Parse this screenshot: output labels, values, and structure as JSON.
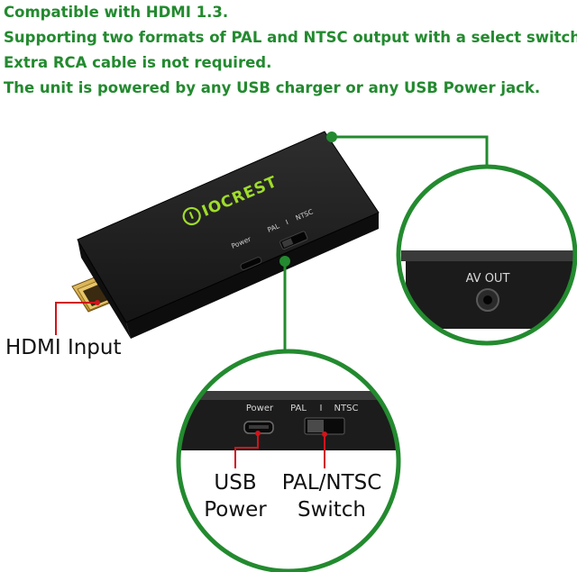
{
  "features": [
    "Compatible with HDMI 1.3.",
    "Supporting two formats of PAL and NTSC output with a select switch.",
    "Extra RCA cable is not required.",
    "The unit is powered by any USB charger or any USB Power jack."
  ],
  "device": {
    "brand": "IOCREST",
    "power_label": "Power",
    "pal_label": "PAL",
    "sep_label": "I",
    "ntsc_label": "NTSC"
  },
  "zoom_av": {
    "label": "AV OUT"
  },
  "zoom_panel": {
    "power_label": "Power",
    "pal_label": "PAL",
    "sep_label": "I",
    "ntsc_label": "NTSC"
  },
  "callouts": {
    "hdmi": "HDMI Input",
    "usb_line1": "USB",
    "usb_line2": "Power",
    "switch_line1": "PAL/NTSC",
    "switch_line2": "Switch"
  },
  "colors": {
    "accent_green": "#238a2f",
    "device_body": "#1b1b1b",
    "callout_red": "#d0141c"
  }
}
